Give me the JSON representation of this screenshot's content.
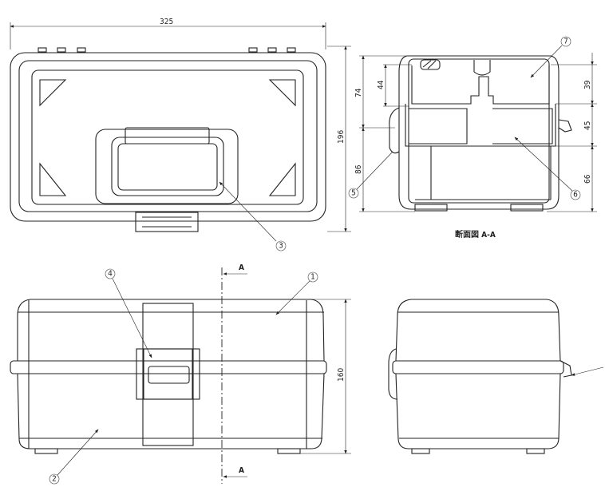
{
  "drawing": {
    "section_title": "断面図 A-A",
    "section_marker": "A",
    "dimensions": {
      "top_width": "325",
      "top_depth": "196",
      "front_height": "160",
      "section_upper_total": "74",
      "section_lower_total": "86",
      "section_tray_inner": "44",
      "section_right_top": "39",
      "section_right_mid": "45",
      "section_right_bottom": "66"
    },
    "callouts": [
      "1",
      "2",
      "3",
      "4",
      "5",
      "6",
      "7"
    ],
    "line_color": "#222222"
  }
}
